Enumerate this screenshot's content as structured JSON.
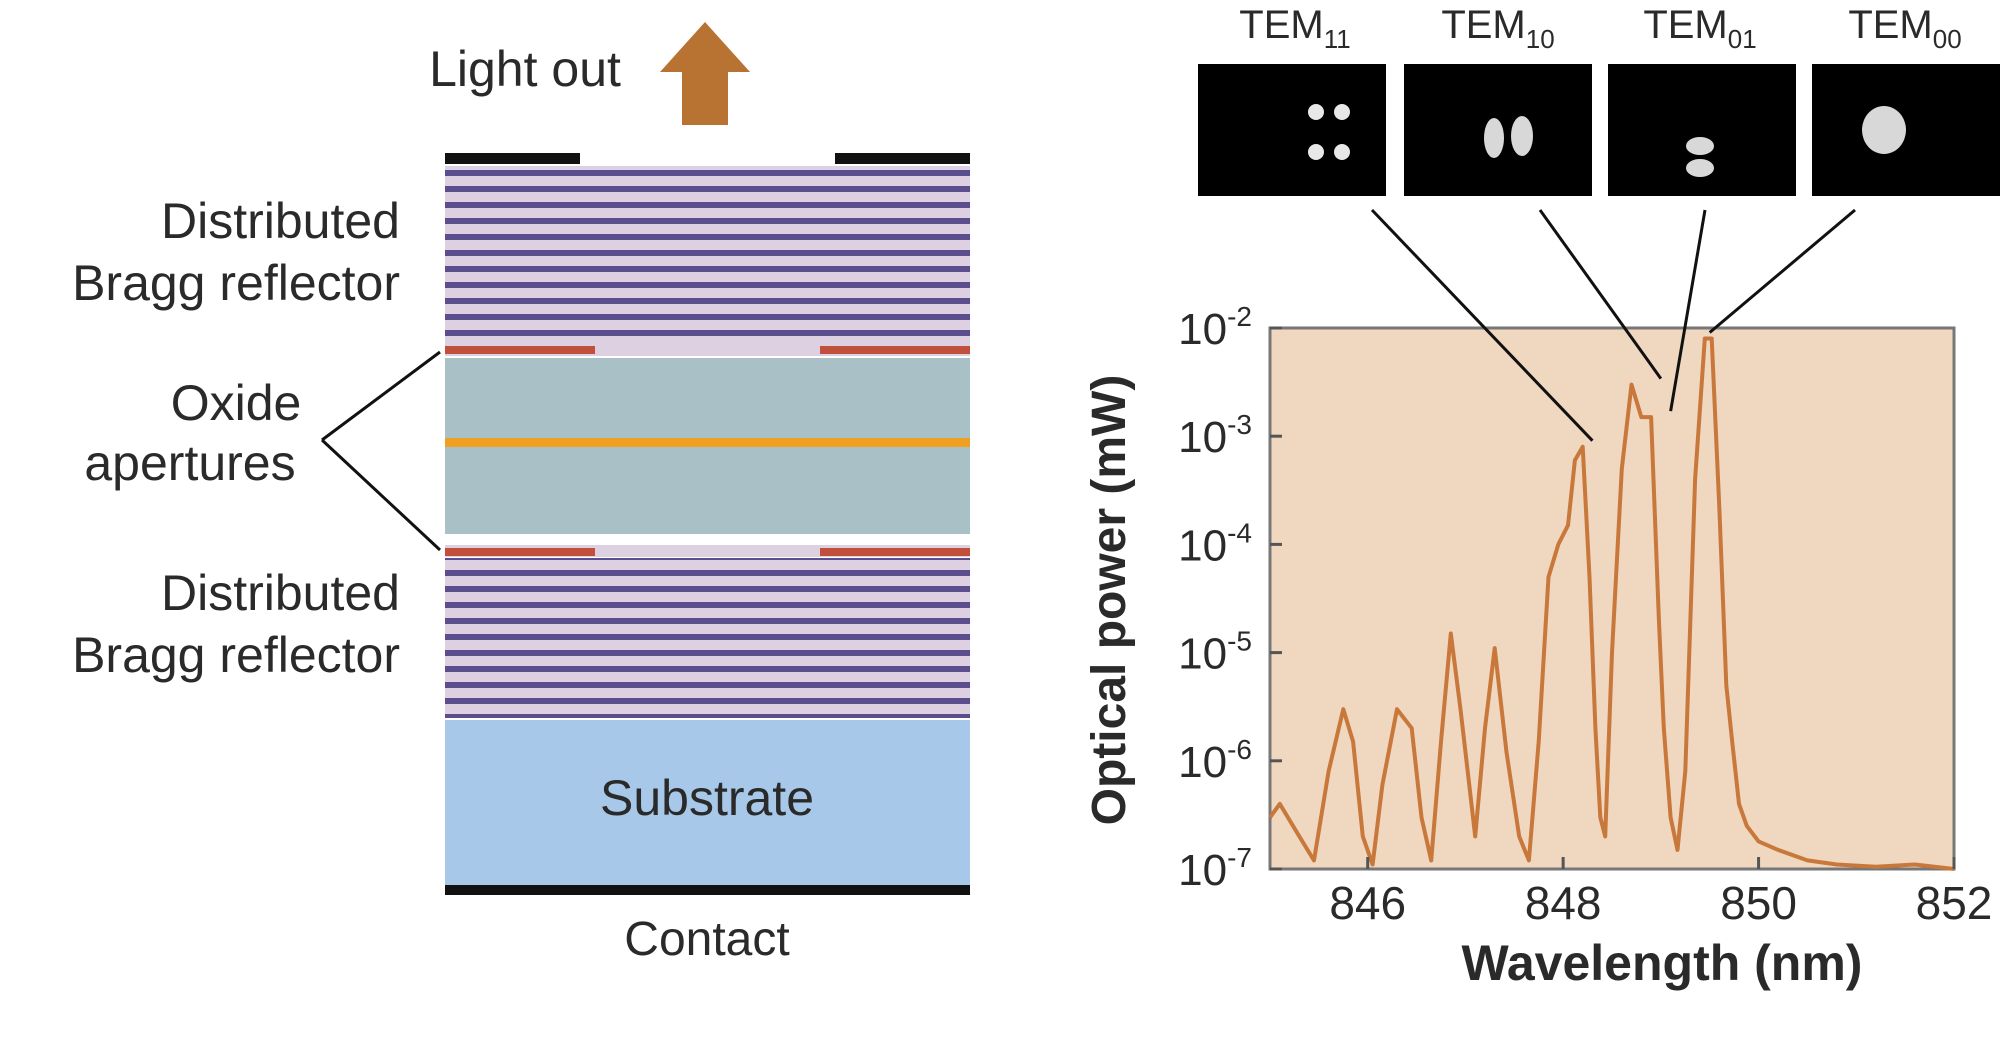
{
  "diagram": {
    "light_out": "Light out",
    "dbr_top_line1": "Distributed",
    "dbr_top_line2": "Bragg reflector",
    "oxide_line1": "Oxide",
    "oxide_line2": "apertures",
    "dbr_bottom_line1": "Distributed",
    "dbr_bottom_line2": "Bragg reflector",
    "substrate": "Substrate",
    "contact": "Contact",
    "colors": {
      "dbr_light": "#ddd0e0",
      "dbr_dark": "#5a4e8e",
      "cavity": "#a9c0c6",
      "aperture_red": "#c0503c",
      "active_orange": "#f0a020",
      "substrate": "#a8c8ea",
      "arrow": "#b87333",
      "contact": "#111111"
    }
  },
  "modes": [
    {
      "name": "TEM",
      "sub": "11"
    },
    {
      "name": "TEM",
      "sub": "10"
    },
    {
      "name": "TEM",
      "sub": "01"
    },
    {
      "name": "TEM",
      "sub": "00"
    }
  ],
  "chart_data": {
    "type": "line",
    "xlabel": "Wavelength (nm)",
    "ylabel": "Optical power (mW)",
    "xlim": [
      845,
      852
    ],
    "ylim": [
      1e-07,
      0.01
    ],
    "yscale": "log",
    "xticks": [
      "846",
      "848",
      "850",
      "852"
    ],
    "yticks": [
      {
        "base": "10",
        "exp": "-7"
      },
      {
        "base": "10",
        "exp": "-6"
      },
      {
        "base": "10",
        "exp": "-5"
      },
      {
        "base": "10",
        "exp": "-4"
      },
      {
        "base": "10",
        "exp": "-3"
      },
      {
        "base": "10",
        "exp": "-2"
      }
    ],
    "background": "#f0d7c0",
    "line_color": "#c8783a",
    "series": [
      {
        "x": [
          845.0,
          845.1,
          845.3,
          845.45,
          845.6,
          845.75,
          845.85,
          845.95,
          846.05,
          846.15,
          846.3,
          846.45,
          846.55,
          846.65,
          846.75,
          846.85,
          846.95,
          847.1,
          847.2,
          847.3,
          847.42,
          847.55,
          847.65,
          847.75,
          847.85,
          847.95,
          848.05,
          848.12,
          848.2,
          848.27,
          848.33,
          848.38,
          848.43,
          848.5,
          848.6,
          848.7,
          848.8,
          848.9,
          848.98,
          849.03,
          849.1,
          849.17,
          849.25,
          849.35,
          849.45,
          849.52,
          849.6,
          849.67,
          849.73,
          849.8,
          849.88,
          850.0,
          850.2,
          850.5,
          850.8,
          851.2,
          851.6,
          852.0
        ],
        "y": [
          3e-07,
          4e-07,
          2e-07,
          1.2e-07,
          8e-07,
          3e-06,
          1.5e-06,
          2e-07,
          1.1e-07,
          6e-07,
          3e-06,
          2e-06,
          3e-07,
          1.2e-07,
          1.5e-06,
          1.5e-05,
          3e-06,
          2e-07,
          2e-06,
          1.1e-05,
          1.2e-06,
          2e-07,
          1.2e-07,
          1.5e-06,
          5e-05,
          0.0001,
          0.00015,
          0.0006,
          0.0008,
          5e-05,
          2e-06,
          3e-07,
          2e-07,
          1e-05,
          0.0005,
          0.003,
          0.0015,
          0.0015,
          2e-05,
          2e-06,
          3e-07,
          1.5e-07,
          8e-07,
          0.0004,
          0.008,
          0.008,
          0.0002,
          5e-06,
          1.5e-06,
          4e-07,
          2.5e-07,
          1.8e-07,
          1.5e-07,
          1.2e-07,
          1.1e-07,
          1.05e-07,
          1.1e-07,
          1e-07
        ]
      }
    ],
    "annotations": [
      {
        "mode": "TEM11",
        "x": 848.3,
        "y": 0.0008
      },
      {
        "mode": "TEM10",
        "x": 849.0,
        "y": 0.003
      },
      {
        "mode": "TEM01",
        "x": 849.1,
        "y": 0.0015
      },
      {
        "mode": "TEM00",
        "x": 849.5,
        "y": 0.008
      }
    ]
  }
}
